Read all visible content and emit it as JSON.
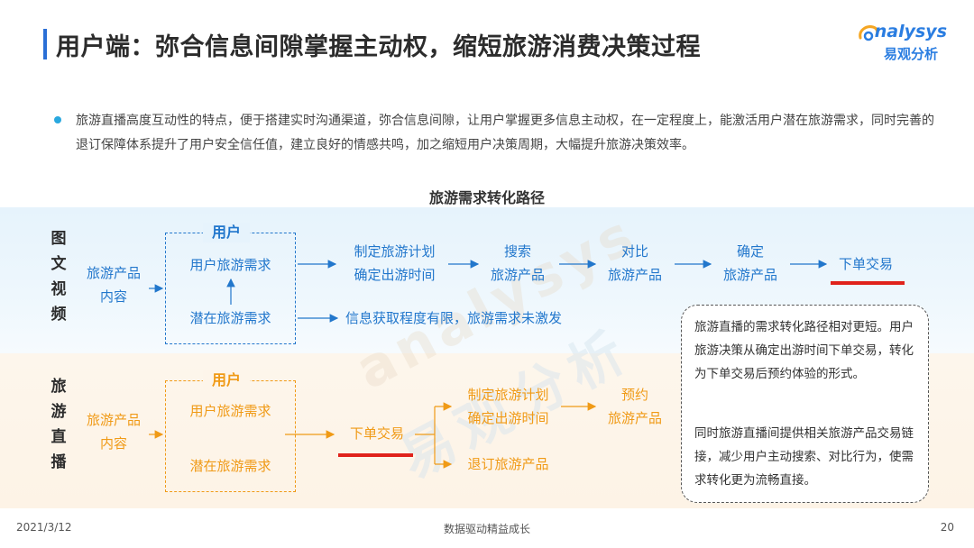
{
  "header": {
    "title": "用户端：弥合信息间隙掌握主动权，缩短旅游消费决策过程",
    "logo_en": "nalysys",
    "logo_cn": "易观分析"
  },
  "intro": "旅游直播高度互动性的特点，便于搭建实时沟通渠道，弥合信息间隙，让用户掌握更多信息主动权，在一定程度上，能激活用户潜在旅游需求，同时完善的退订保障体系提升了用户安全信任值，建立良好的情感共鸣，加之缩短用户决策周期，大幅提升旅游决策效率。",
  "flow_title": "旅游需求转化路径",
  "row1": {
    "label": [
      "图",
      "文",
      "视",
      "频"
    ],
    "source": [
      "旅游产品",
      "内容"
    ],
    "user_tag": "用户",
    "need": "用户旅游需求",
    "latent": "潜在旅游需求",
    "step1": [
      "制定旅游计划",
      "确定出游时间"
    ],
    "step2": [
      "搜索",
      "旅游产品"
    ],
    "step3": [
      "对比",
      "旅游产品"
    ],
    "step4": [
      "确定",
      "旅游产品"
    ],
    "step5": "下单交易",
    "latent_result": "信息获取程度有限，旅游需求未激发"
  },
  "row2": {
    "label": [
      "旅",
      "游",
      "直",
      "播"
    ],
    "source": [
      "旅游产品",
      "内容"
    ],
    "user_tag": "用户",
    "need": "用户旅游需求",
    "latent": "潜在旅游需求",
    "order": "下单交易",
    "plan": [
      "制定旅游计划",
      "确定出游时间"
    ],
    "book": [
      "预约",
      "旅游产品"
    ],
    "refund": "退订旅游产品"
  },
  "note": {
    "p1": "旅游直播的需求转化路径相对更短。用户旅游决策从确定出游时间下单交易，转化为下单交易后预约体验的形式。",
    "p2": "同时旅游直播间提供相关旅游产品交易链接，减少用户主动搜索、对比行为，使需求转化更为流畅直接。"
  },
  "watermark": {
    "en": "analysys",
    "cn": "易观分析"
  },
  "footer": {
    "date": "2021/3/12",
    "slogan": "数据驱动精益成长",
    "page": "20"
  },
  "colors": {
    "blue": "#2277cc",
    "orange": "#f09a16",
    "red_underline": "#e0221b",
    "title_bar": "#2a6fd6"
  }
}
